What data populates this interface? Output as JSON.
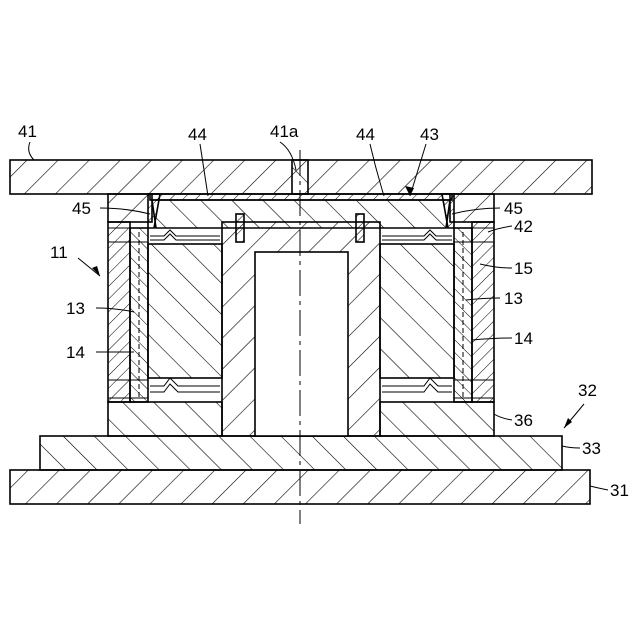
{
  "diagram": {
    "labels": {
      "top_plate": "41",
      "top_plate_hole": "41a",
      "spacer_left": "44",
      "spacer_right": "44",
      "upper_punch": "43",
      "wedge_left": "45",
      "wedge_right": "45",
      "die_ring": "42",
      "workpiece": "11",
      "sheet_left": "13",
      "sheet_right": "13",
      "layer_left": "14",
      "layer_right": "14",
      "layer_outer": "15",
      "lower_assembly": "32",
      "base_ring": "36",
      "lower_plate": "33",
      "bottom_plate": "31"
    }
  }
}
